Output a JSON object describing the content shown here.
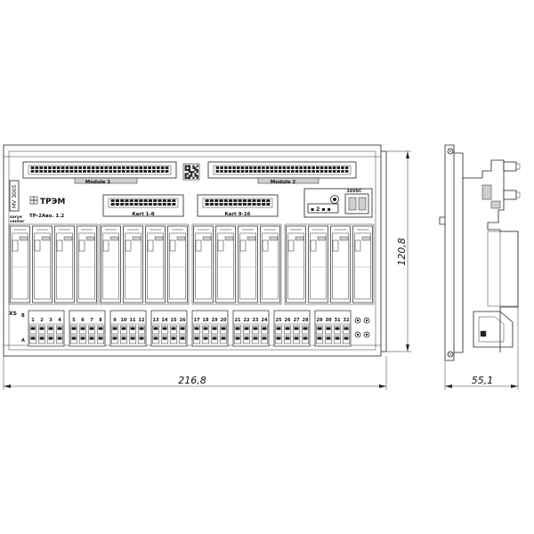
{
  "dimensions": {
    "width": "216,8",
    "height": "120,8",
    "depth": "55,1"
  },
  "board": {
    "brand": "ТРЭМ",
    "model": "ТР-2Аво. 1.2",
    "sticker_code": "MV 3005",
    "maker_text_1": "sarye",
    "maker_text_2": "center",
    "module_1_label": "Module 1",
    "module_2_label": "Module 2",
    "kart_1_label": "Kart 1-8",
    "kart_2_label": "Kart 9-16",
    "power_label": "24VDC",
    "xs_label": "XS",
    "row_b_label": "B",
    "row_a_label": "A"
  },
  "terminal_groups": [
    [
      "1",
      "2",
      "3",
      "4"
    ],
    [
      "5",
      "6",
      "7",
      "8"
    ],
    [
      "9",
      "10",
      "11",
      "12"
    ],
    [
      "13",
      "14",
      "15",
      "16"
    ],
    [
      "17",
      "18",
      "19",
      "20"
    ],
    [
      "21",
      "22",
      "23",
      "24"
    ],
    [
      "25",
      "26",
      "27",
      "28"
    ],
    [
      "29",
      "30",
      "31",
      "32"
    ]
  ],
  "relay_banks": 4,
  "relays_per_bank": 4
}
